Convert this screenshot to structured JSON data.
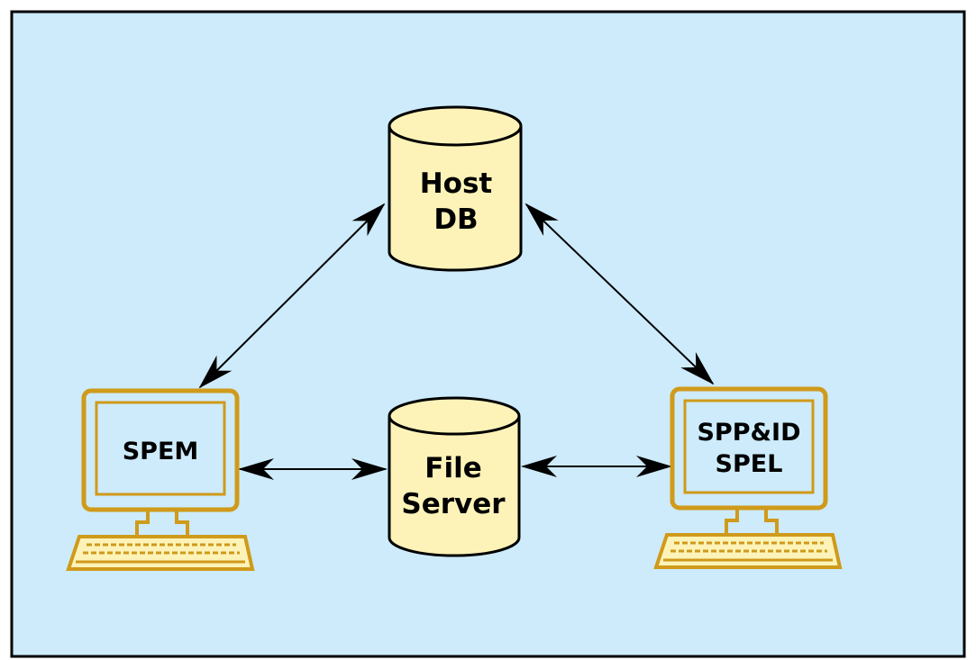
{
  "colors": {
    "background": "#cdebfb",
    "cylinder_fill": "#fdf3b8",
    "computer_stroke": "#d09a1a",
    "computer_screen": "#cdebfb",
    "line": "#000000"
  },
  "nodes": {
    "host_db": {
      "icon": "database-cylinder-icon",
      "line1": "Host",
      "line2": "DB"
    },
    "file_server": {
      "icon": "database-cylinder-icon",
      "line1": "File",
      "line2": "Server"
    },
    "spem": {
      "icon": "computer-terminal-icon",
      "line1": "SPEM"
    },
    "sppid": {
      "icon": "computer-terminal-icon",
      "line1": "SPP&ID",
      "line2": "SPEL"
    }
  },
  "connections": [
    {
      "from": "host_db",
      "to": "spem",
      "bidirectional": true
    },
    {
      "from": "host_db",
      "to": "sppid",
      "bidirectional": true
    },
    {
      "from": "spem",
      "to": "file_server",
      "bidirectional": true
    },
    {
      "from": "file_server",
      "to": "sppid",
      "bidirectional": true
    }
  ]
}
